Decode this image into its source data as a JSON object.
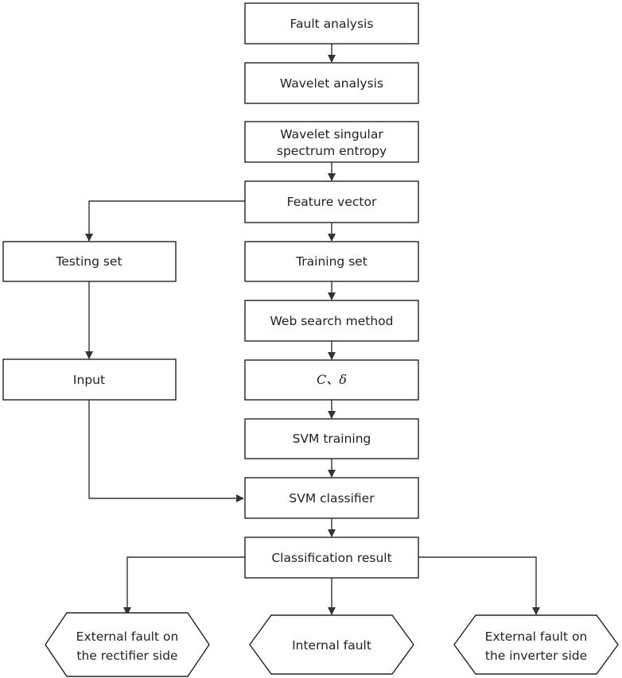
{
  "nodes": {
    "fault_analysis": "Fault analysis",
    "wavelet_analysis": "Wavelet analysis",
    "wavelet_entropy": [
      "Wavelet singular",
      "spectrum entropy"
    ],
    "feature_vector": "Feature vector",
    "testing_set": "Testing set",
    "training_set": "Training set",
    "web_search": "Web search method",
    "input": "Input",
    "params": "C、δ",
    "svm_training": "SVM training",
    "svm_classifier": "SVM classifier",
    "classification_result": "Classification result",
    "external_rectifier": [
      "External fault on",
      "the rectifier side"
    ],
    "internal_fault": "Internal fault",
    "external_inverter": [
      "External fault on",
      "the inverter side"
    ]
  }
}
